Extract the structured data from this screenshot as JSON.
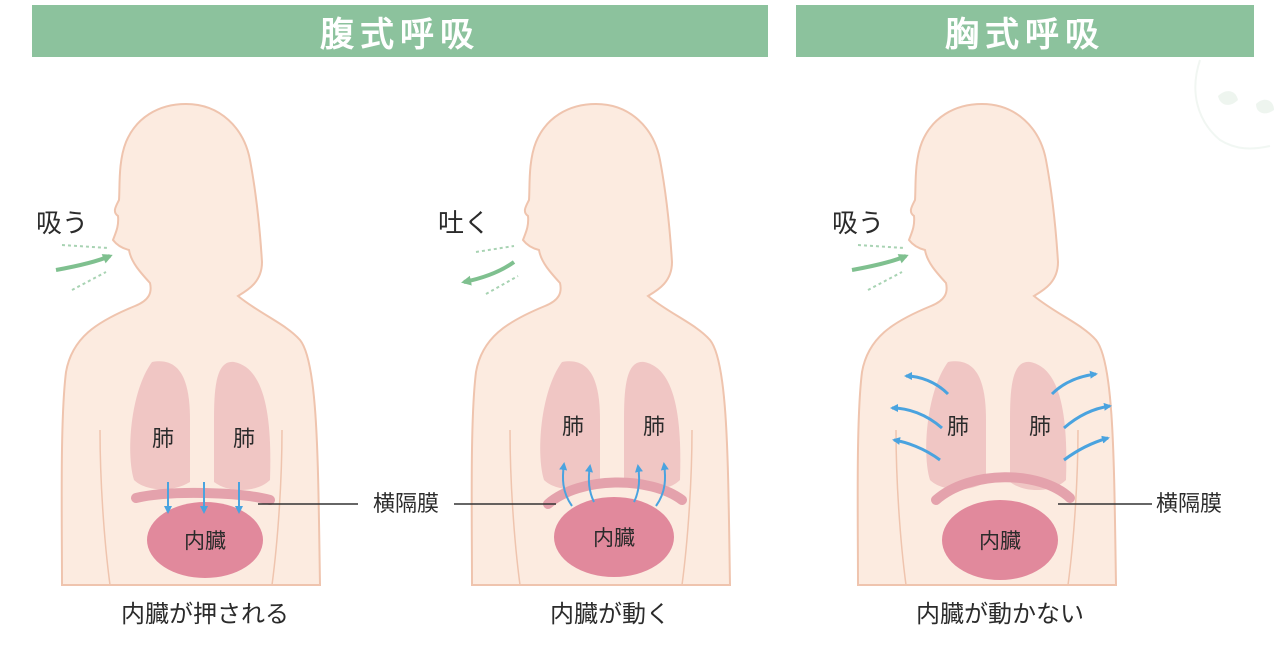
{
  "headers": {
    "abdominal": "腹式呼吸",
    "chest": "胸式呼吸"
  },
  "labels": {
    "inhale": "吸う",
    "exhale": "吐く",
    "lung": "肺",
    "organs": "内臓",
    "diaphragm": "横隔膜"
  },
  "captions": {
    "abd_inhale": "内臓が押される",
    "abd_exhale": "内臓が動く",
    "chest": "内臓が動かない"
  },
  "colors": {
    "header_bg": "#8cc29d",
    "skin": "#fcebe0",
    "skin_outline": "#efc4ae",
    "lung": "#f0c6c4",
    "organ": "#e1899c",
    "diaphragm": "#e4a2ac",
    "flow_arrow": "#4aa3df",
    "air_arrow": "#7fc08f"
  }
}
